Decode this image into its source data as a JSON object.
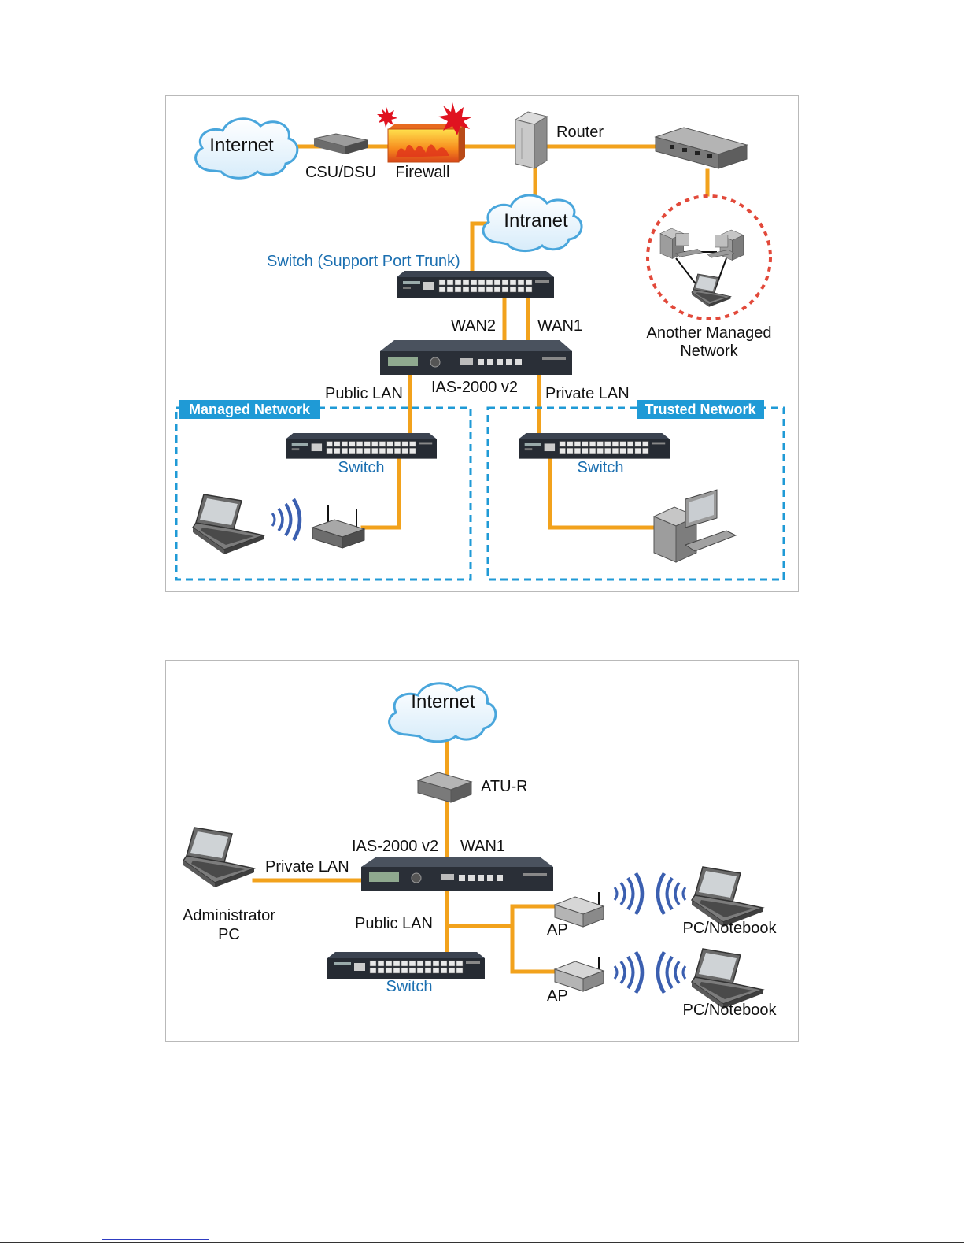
{
  "colors": {
    "link": "#f2a21c",
    "zone": "#1f9ad6",
    "zone_label_bg": "#1f9ad6",
    "accent_text": "#1b6fb0"
  },
  "diagram1": {
    "internet": "Internet",
    "csu_dsu": "CSU/DSU",
    "firewall": "Firewall",
    "router": "Router",
    "intranet": "Intranet",
    "switch_trunk": "Switch (Support Port Trunk)",
    "wan2": "WAN2",
    "wan1": "WAN1",
    "another_network": [
      "Another Managed",
      "Network"
    ],
    "device": "IAS-2000 v2",
    "public_lan": "Public LAN",
    "private_lan": "Private LAN",
    "managed_network": "Managed Network",
    "trusted_network": "Trusted Network",
    "switch_left": "Switch",
    "switch_right": "Switch"
  },
  "diagram2": {
    "internet": "Internet",
    "atu_r": "ATU-R",
    "device": "IAS-2000 v2",
    "wan1": "WAN1",
    "private_lan": "Private LAN",
    "admin_pc": [
      "Administrator",
      "PC"
    ],
    "public_lan": "Public LAN",
    "switch": "Switch",
    "ap_top": "AP",
    "ap_bottom": "AP",
    "notebook_top": "PC/Notebook",
    "notebook_bottom": "PC/Notebook"
  }
}
